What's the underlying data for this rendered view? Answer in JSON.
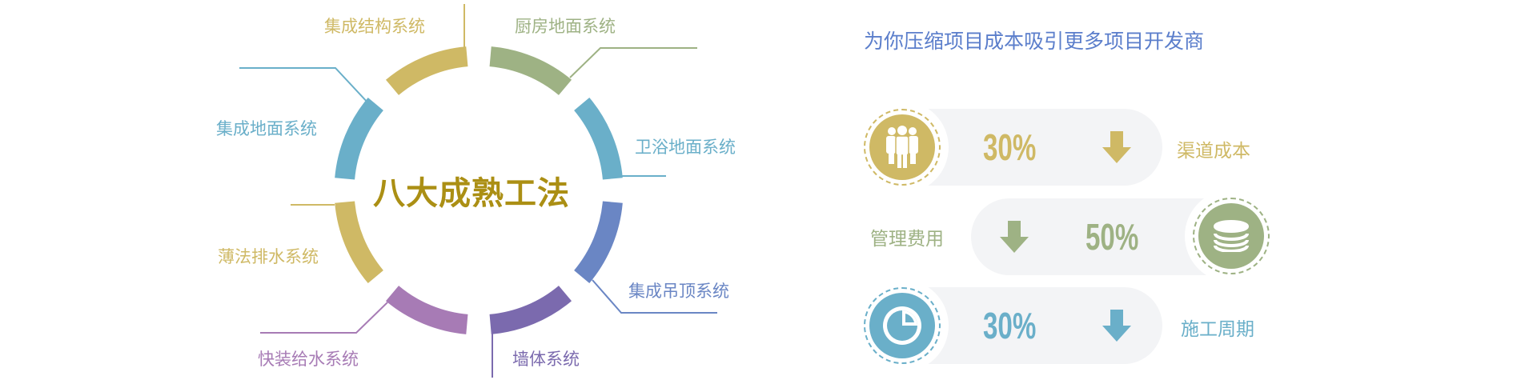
{
  "diagram": {
    "center_title": "八大成熟工法",
    "colors": {
      "yellow": "#cfb965",
      "green": "#9eb284",
      "blue": "#6aafc9",
      "indigo": "#6a86c4",
      "purple": "#7b6aae",
      "lilac": "#a77bb5",
      "title": "#ab8f14"
    },
    "systems": [
      {
        "label": "厨房地面系统",
        "color": "#9eb284"
      },
      {
        "label": "卫浴地面系统",
        "color": "#6aafc9"
      },
      {
        "label": "集成吊顶系统",
        "color": "#6a86c4"
      },
      {
        "label": "墙体系统",
        "color": "#7b6aae"
      },
      {
        "label": "快装给水系统",
        "color": "#a77bb5"
      },
      {
        "label": "薄法排水系统",
        "color": "#cfb965"
      },
      {
        "label": "集成地面系统",
        "color": "#6aafc9"
      },
      {
        "label": "集成结构系统",
        "color": "#cfb965"
      }
    ]
  },
  "benefits": {
    "headline": "为你压缩项目成本吸引更多项目开发商",
    "rows": [
      {
        "value": "30%",
        "label": "渠道成本",
        "trend": "down",
        "icon": "people-icon",
        "color": "#cfb965"
      },
      {
        "value": "50%",
        "label": "管理费用",
        "trend": "down",
        "icon": "coins-icon",
        "color": "#9eb284"
      },
      {
        "value": "30%",
        "label": "施工周期",
        "trend": "down",
        "icon": "pie-chart-icon",
        "color": "#6aafc9"
      }
    ]
  }
}
